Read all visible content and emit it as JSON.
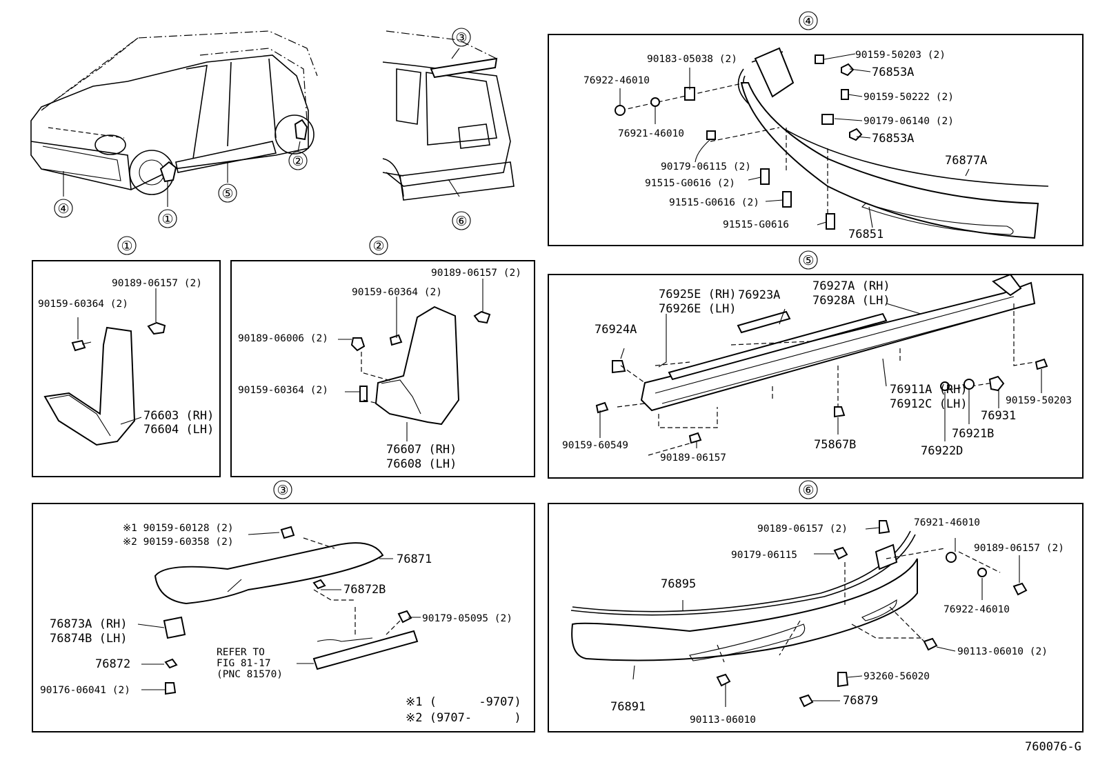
{
  "diagram_id": "760076-G",
  "circle_markers": {
    "overview": [
      "①",
      "②",
      "③",
      "④",
      "⑤",
      "⑥"
    ],
    "panel_1": "①",
    "panel_2": "②",
    "panel_3": "③",
    "panel_4": "④",
    "panel_5": "⑤",
    "panel_6": "⑥"
  },
  "panel_1": {
    "labels": [
      "90189-06157 (2)",
      "90159-60364 (2)",
      "76603 (RH)",
      "76604 (LH)"
    ]
  },
  "panel_2": {
    "labels": [
      "90189-06157 (2)",
      "90159-60364 (2)",
      "90189-06006 (2)",
      "90159-60364 (2)",
      "76607 (RH)",
      "76608 (LH)"
    ]
  },
  "panel_3": {
    "labels": [
      "※1 90159-60128 (2)",
      "※2 90159-60358 (2)",
      "76871",
      "76872B",
      "76873A (RH)",
      "76874B (LH)",
      "90179-05095 (2)",
      "76872",
      "90176-06041 (2)",
      "REFER TO",
      "FIG 81-17",
      "(PNC 81570)"
    ],
    "notes": [
      "※1 (      -9707)",
      "※2 (9707-      )"
    ]
  },
  "panel_4": {
    "labels": [
      "90183-05038 (2)",
      "90159-50203 (2)",
      "76853A",
      "76922-46010",
      "90159-50222 (2)",
      "76921-46010",
      "90179-06140 (2)",
      "76853A",
      "90179-06115 (2)",
      "76877A",
      "91515-G0616 (2)",
      "91515-G0616 (2)",
      "91515-G0616",
      "76851"
    ]
  },
  "panel_5": {
    "labels": [
      "76925E (RH)",
      "76926E (LH)",
      "76923A",
      "76927A (RH)",
      "76928A (LH)",
      "76924A",
      "76911A (RH)",
      "76912C (LH)",
      "90159-50203",
      "76931",
      "76921B",
      "76922D",
      "75867B",
      "90159-60549",
      "90189-06157"
    ]
  },
  "panel_6": {
    "labels": [
      "90189-06157 (2)",
      "76921-46010",
      "90189-06157 (2)",
      "90179-06115",
      "76895",
      "76922-46010",
      "90113-06010 (2)",
      "93260-56020",
      "76879",
      "76891",
      "90113-06010"
    ]
  }
}
